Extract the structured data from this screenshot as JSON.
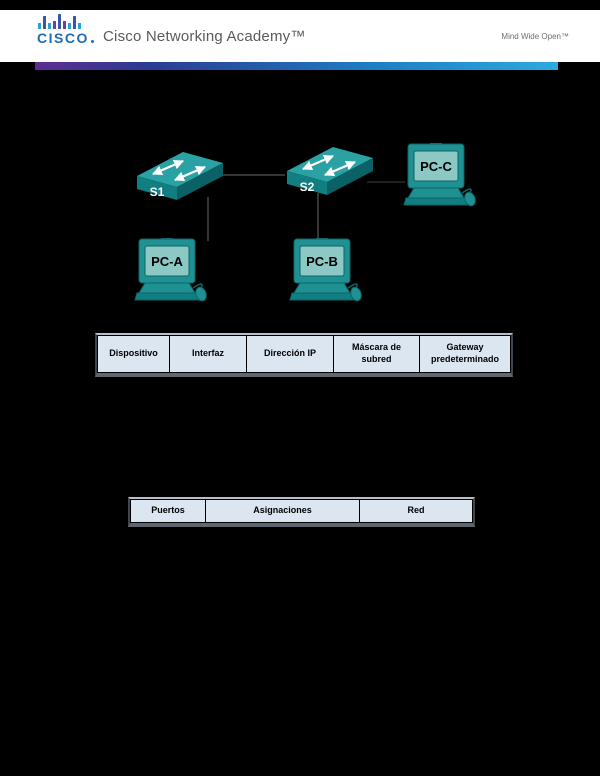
{
  "header": {
    "brand": "CISCO",
    "product": "Cisco Networking Academy™",
    "tagline": "Mind Wide Open™",
    "colors": {
      "cisco_blue": "#1d6cb5",
      "text_gray": "#595a5c",
      "gradient_start": "#5d2d90",
      "gradient_end": "#2caae1"
    }
  },
  "topology": {
    "devices": [
      {
        "id": "S1",
        "type": "switch",
        "label": "S1"
      },
      {
        "id": "S2",
        "type": "switch",
        "label": "S2"
      },
      {
        "id": "PC-A",
        "type": "pc",
        "label": "PC-A"
      },
      {
        "id": "PC-B",
        "type": "pc",
        "label": "PC-B"
      },
      {
        "id": "PC-C",
        "type": "pc",
        "label": "PC-C"
      }
    ],
    "links": [
      {
        "from": "S1",
        "to": "S2"
      },
      {
        "from": "S1",
        "to": "PC-A"
      },
      {
        "from": "S2",
        "to": "PC-B"
      },
      {
        "from": "S2",
        "to": "PC-C"
      }
    ],
    "device_color": "#1f9193"
  },
  "tables": {
    "addressing": {
      "headers": [
        "Dispositivo",
        "Interfaz",
        "Dirección IP",
        "Máscara de subred",
        "Gateway predeterminado"
      ]
    },
    "ports": {
      "headers": [
        "Puertos",
        "Asignaciones",
        "Red"
      ]
    }
  }
}
